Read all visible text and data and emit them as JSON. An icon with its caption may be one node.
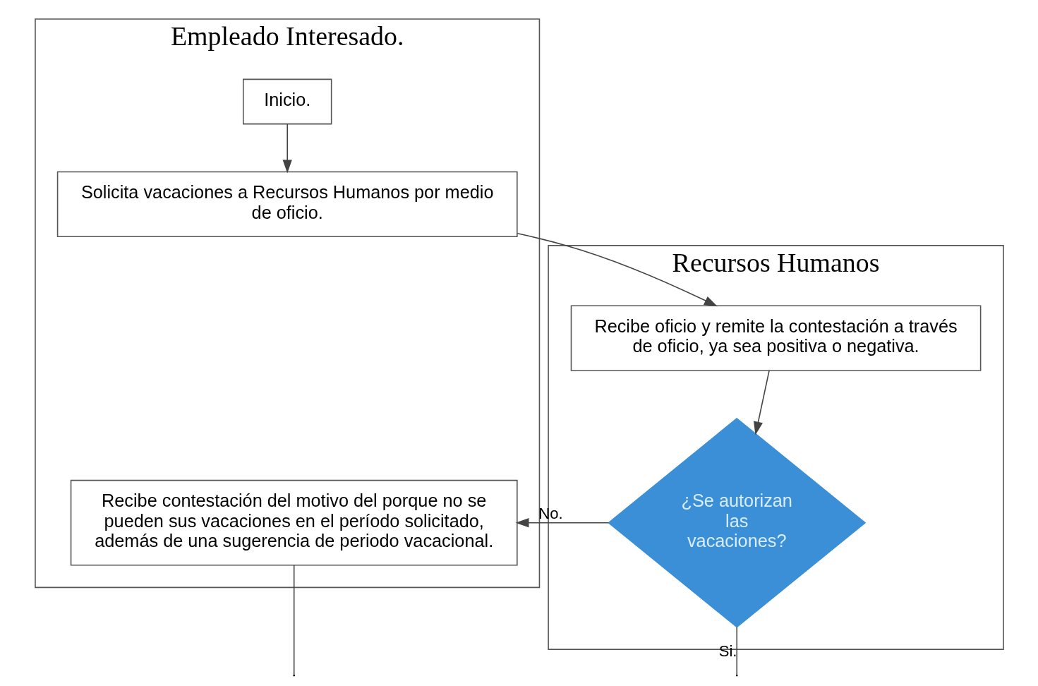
{
  "diagram": {
    "nodes": [
      {
        "text": [
          "Empleado Interesado."
        ]
      },
      {
        "text": [
          "Recursos Humanos"
        ]
      },
      {
        "text": [
          "Inicio."
        ],
        "in": 0
      },
      {
        "text": [
          "Solicita vacaciones a Recursos Humanos por medio de oficio."
        ],
        "in": 0
      },
      {
        "text": [
          "Recibe oficio y remite la contestación a través de oficio, ya sea positiva o negativa."
        ],
        "in": 1
      },
      {
        "text": [
          "¿Se autorizan las vacaciones?"
        ],
        "in": 1
      },
      {
        "text": [
          "Recibe contestación del motivo del porque no se pueden sus vacaciones en el período solicitado, además de una sugerencia de periodo vacacional."
        ],
        "in": 0
      }
    ],
    "edges": [
      {
        "from": 2,
        "to": 3,
        "arrow": "to"
      },
      {
        "from": 3,
        "to": 4,
        "arrow": "to"
      },
      {
        "from": 4,
        "to": 5,
        "arrow": "to"
      },
      {
        "from": 5,
        "to": 6,
        "arrow": "to",
        "label": "No."
      },
      {
        "from": 5,
        "to": null,
        "arrow": "none",
        "label": "Si."
      },
      {
        "from": 6,
        "to": null,
        "arrow": "none"
      }
    ]
  }
}
